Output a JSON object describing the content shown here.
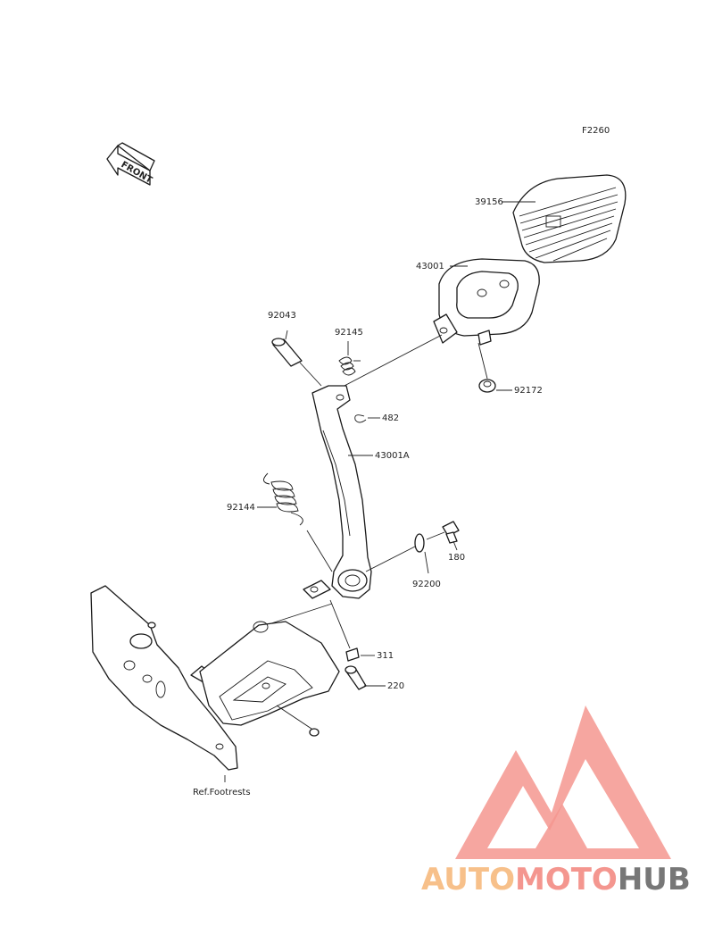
{
  "diagram": {
    "code": "F2260",
    "front_label": "FRONT",
    "ref_label": "Ref.Footrests",
    "parts": [
      {
        "id": "39156",
        "name": "pedal-pad"
      },
      {
        "id": "43001",
        "name": "pedal-mount"
      },
      {
        "id": "92043",
        "name": "pin"
      },
      {
        "id": "92145",
        "name": "spring-small"
      },
      {
        "id": "92172",
        "name": "nut"
      },
      {
        "id": "482",
        "name": "snap-ring"
      },
      {
        "id": "43001A",
        "name": "brake-pedal-arm"
      },
      {
        "id": "92144",
        "name": "return-spring"
      },
      {
        "id": "180",
        "name": "bolt"
      },
      {
        "id": "92200",
        "name": "washer"
      },
      {
        "id": "311",
        "name": "collar"
      },
      {
        "id": "220",
        "name": "screw"
      }
    ]
  },
  "watermark": {
    "part1": "AUTO",
    "part2": "MOTO",
    "part3": "HUB",
    "color_light": "#f7c08a",
    "color_main": "#f4968f",
    "color_dark": "#777777"
  }
}
